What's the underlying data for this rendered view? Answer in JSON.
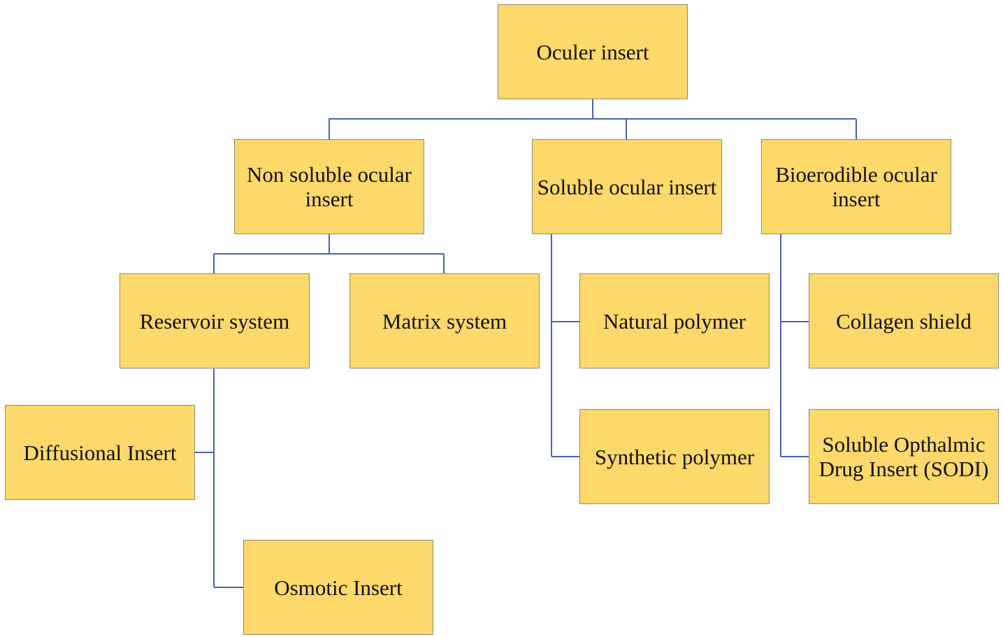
{
  "diagram": {
    "root": {
      "label": "Oculer insert"
    },
    "non_soluble": {
      "label": "Non soluble ocular insert"
    },
    "soluble": {
      "label": "Soluble ocular insert"
    },
    "bioerodible": {
      "label": "Bioerodible ocular insert"
    },
    "reservoir": {
      "label": "Reservoir system"
    },
    "matrix": {
      "label": "Matrix system"
    },
    "diffusional": {
      "label": "Diffusional Insert"
    },
    "osmotic": {
      "label": "Osmotic Insert"
    },
    "natural_polymer": {
      "label": "Natural polymer"
    },
    "synthetic_polymer": {
      "label": "Synthetic polymer"
    },
    "collagen_shield": {
      "label": "Collagen shield"
    },
    "sodi": {
      "label": "Soluble Opthalmic Drug Insert (SODI)"
    }
  },
  "colors": {
    "node_fill": "#fdd86a",
    "node_border": "#8f8a7a",
    "connector": "#4a64b0"
  }
}
